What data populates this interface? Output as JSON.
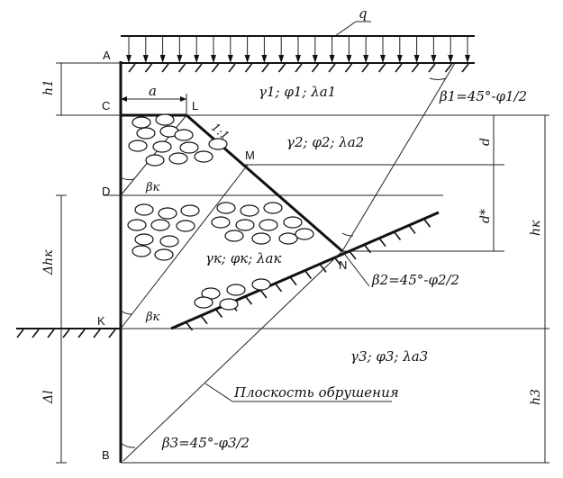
{
  "labels": {
    "q": "q",
    "A": "A",
    "C": "C",
    "D": "D",
    "K": "K",
    "B": "B",
    "L": "L",
    "M": "M",
    "N": "N",
    "a": "a",
    "slope": "1:1",
    "h1": "h1",
    "delta_hk": "Δhк",
    "delta_l": "Δl",
    "d": "d",
    "d_star": "d*",
    "hk": "hк",
    "h3": "h3",
    "beta_k_upper": "βк",
    "beta_k_lower": "βк"
  },
  "layers": {
    "layer1": "γ1; φ1; λa1",
    "layer2": "γ2; φ2; λa2",
    "layer_k": "γк; φк; λaк",
    "layer3": "γ3; φ3; λa3"
  },
  "angles": {
    "beta1": "β1=45°-φ1/2",
    "beta2": "β2=45°-φ2/2",
    "beta3": "β3=45°-φ3/2"
  },
  "failure_plane": "Плоскость обрушения"
}
